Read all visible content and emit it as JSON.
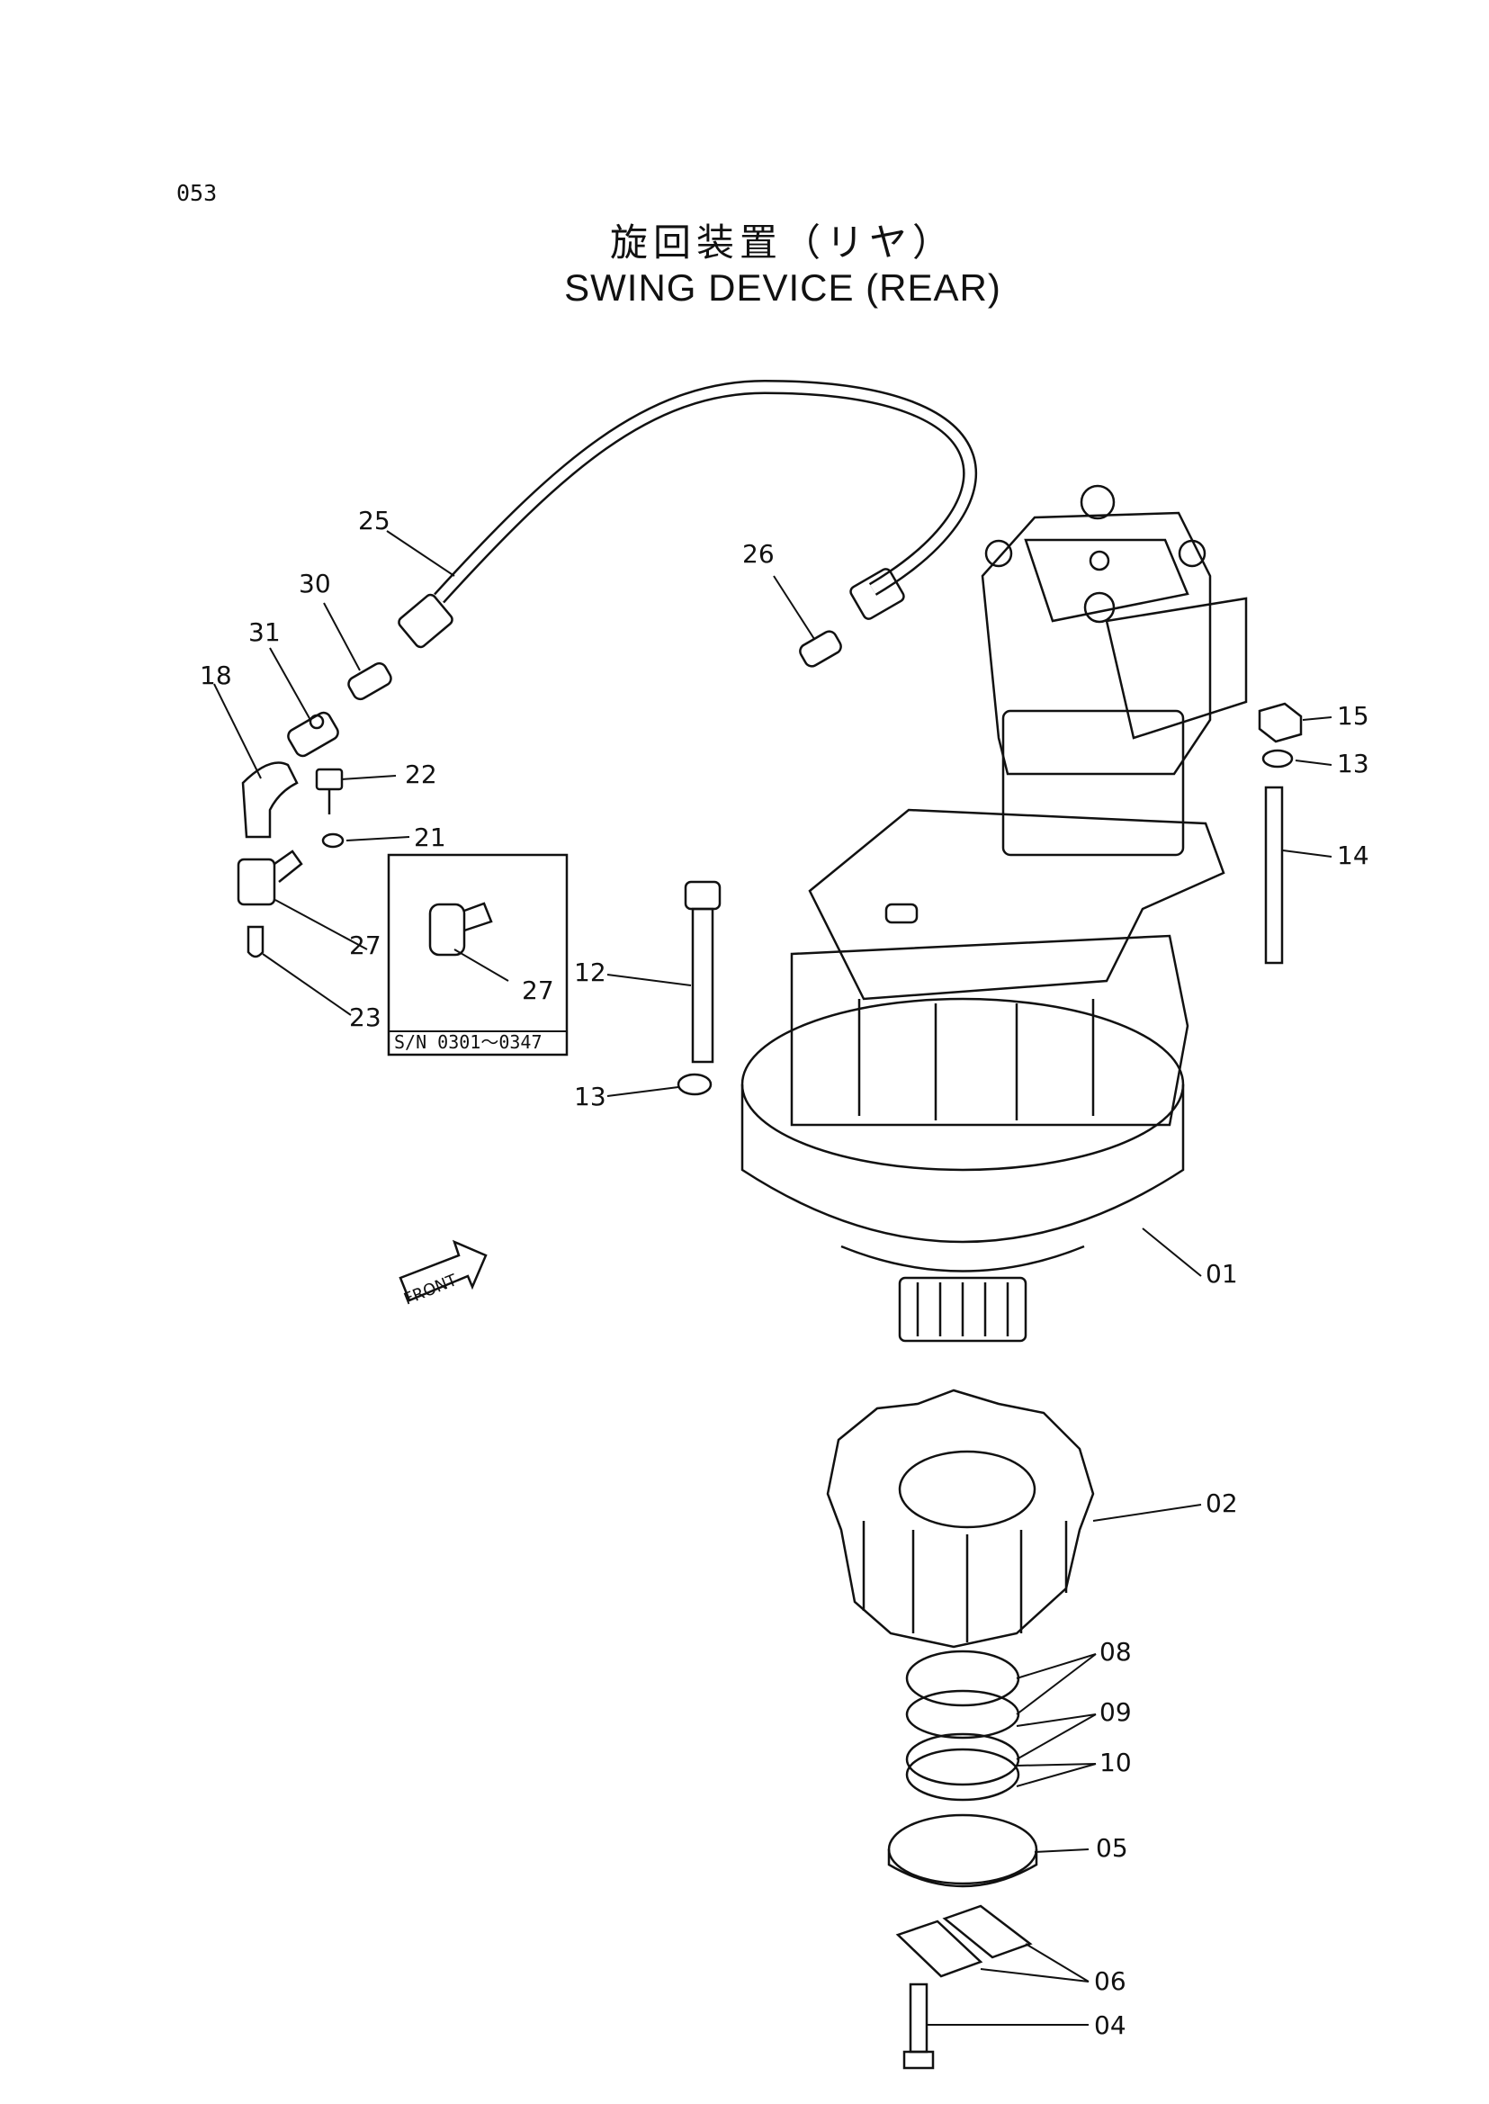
{
  "page_number": "053",
  "title_jp": "旋回装置（リヤ）",
  "title_en": "SWING DEVICE (REAR)",
  "serial_note": "S/N 0301～0347",
  "front_label": "FRONT",
  "parts": [
    {
      "id": "p25",
      "label": "25"
    },
    {
      "id": "p30",
      "label": "30"
    },
    {
      "id": "p31",
      "label": "31"
    },
    {
      "id": "p18",
      "label": "18"
    },
    {
      "id": "p26",
      "label": "26"
    },
    {
      "id": "p22",
      "label": "22"
    },
    {
      "id": "p21",
      "label": "21"
    },
    {
      "id": "p27a",
      "label": "27"
    },
    {
      "id": "p27b",
      "label": "27"
    },
    {
      "id": "p23",
      "label": "23"
    },
    {
      "id": "p12",
      "label": "12"
    },
    {
      "id": "p13a",
      "label": "13"
    },
    {
      "id": "p15",
      "label": "15"
    },
    {
      "id": "p13b",
      "label": "13"
    },
    {
      "id": "p14",
      "label": "14"
    },
    {
      "id": "p01",
      "label": "01"
    },
    {
      "id": "p02",
      "label": "02"
    },
    {
      "id": "p08",
      "label": "08"
    },
    {
      "id": "p09",
      "label": "09"
    },
    {
      "id": "p10",
      "label": "10"
    },
    {
      "id": "p05",
      "label": "05"
    },
    {
      "id": "p06",
      "label": "06"
    },
    {
      "id": "p04",
      "label": "04"
    }
  ]
}
